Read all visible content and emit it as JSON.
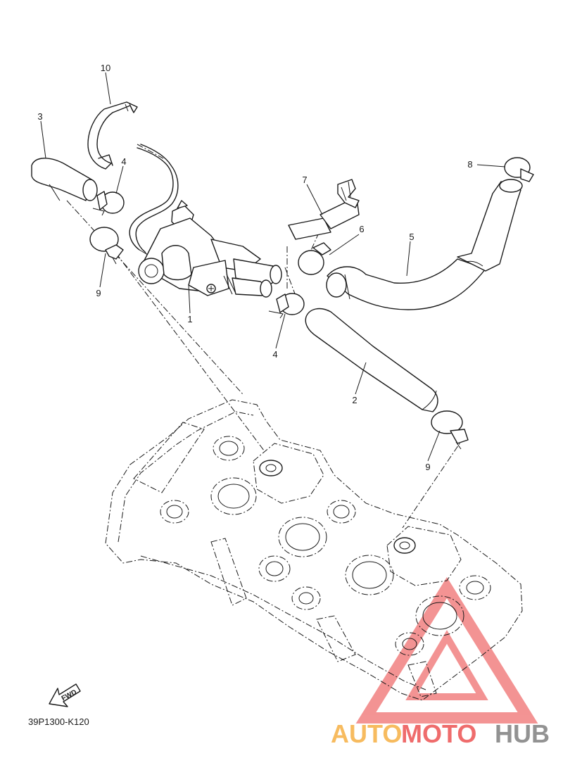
{
  "labels": {
    "p10": "10",
    "p3": "3",
    "p4_top": "4",
    "p7": "7",
    "p8": "8",
    "p6": "6",
    "p5": "5",
    "p9_left": "9",
    "p1": "1",
    "p4_mid": "4",
    "p2": "2",
    "p9_right": "9"
  },
  "fwd_text": "FWD",
  "diagram_code": "39P1300-K120",
  "watermark": {
    "part1": "AUTO",
    "part2": "MOTO",
    "part3": "HUB",
    "color_orange": "#f5a52a",
    "color_red": "#ea3c3c",
    "color_gray": "#6e6e6e"
  }
}
